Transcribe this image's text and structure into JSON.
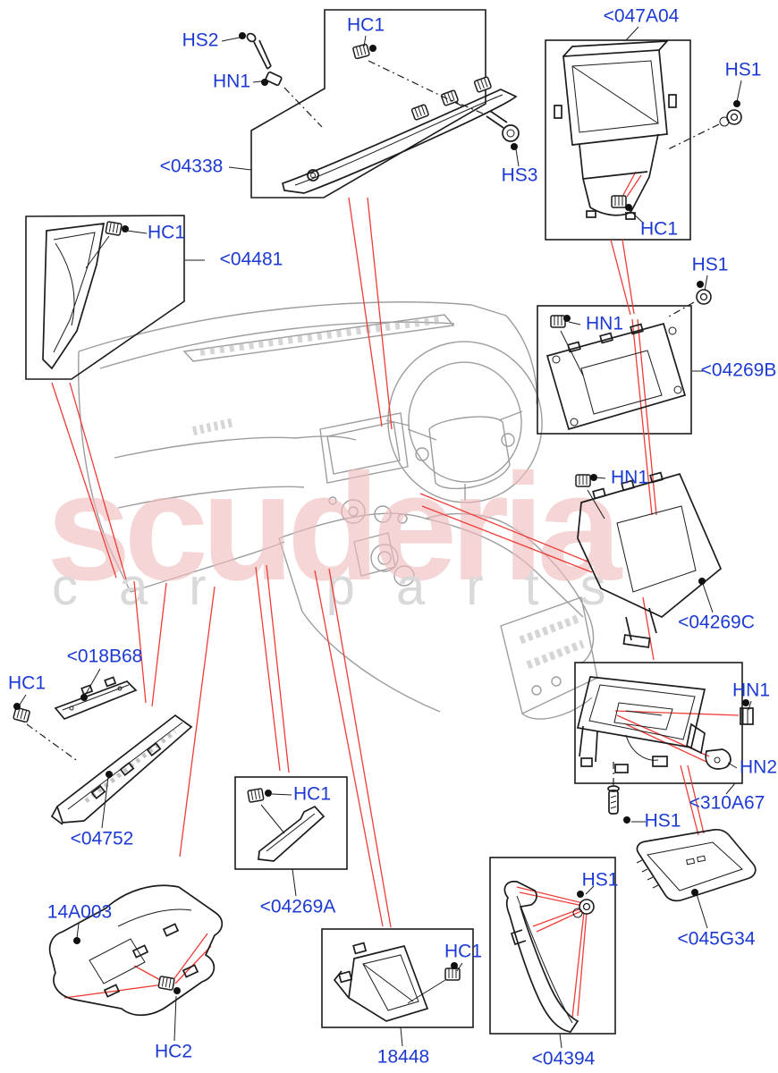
{
  "diagram": {
    "watermark": {
      "primary": "scuderia",
      "secondary": "car parts"
    },
    "colors": {
      "label_blue": "#1c3ad3",
      "leader_red": "#ee3c36",
      "part_line_black": "#1c1c1c",
      "illustration_gray": "#9d9d9d",
      "watermark_pink": "#f0bcbc",
      "watermark_gray": "#d9d9d9"
    },
    "labels": [
      {
        "ref": "hs2",
        "text": "HS2"
      },
      {
        "ref": "hn1-top",
        "text": "HN1"
      },
      {
        "ref": "hc1-top",
        "text": "HC1"
      },
      {
        "ref": "part-04338",
        "text": "<04338"
      },
      {
        "ref": "hs3",
        "text": "HS3"
      },
      {
        "ref": "part-047A04",
        "text": "<047A04"
      },
      {
        "ref": "hs1-top-right",
        "text": "HS1"
      },
      {
        "ref": "hc1-047A04",
        "text": "HC1"
      },
      {
        "ref": "hc1-04481",
        "text": "HC1"
      },
      {
        "ref": "part-04481",
        "text": "<04481"
      },
      {
        "ref": "hs1-04269B",
        "text": "HS1"
      },
      {
        "ref": "hn1-04269B",
        "text": "HN1"
      },
      {
        "ref": "part-04269B",
        "text": "<04269B"
      },
      {
        "ref": "hn1-04269C",
        "text": "HN1"
      },
      {
        "ref": "part-04269C",
        "text": "<04269C"
      },
      {
        "ref": "part-018B68",
        "text": "<018B68"
      },
      {
        "ref": "hc1-left",
        "text": "HC1"
      },
      {
        "ref": "part-04752",
        "text": "<04752"
      },
      {
        "ref": "part-14A003",
        "text": "14A003"
      },
      {
        "ref": "hc2",
        "text": "HC2"
      },
      {
        "ref": "hc1-04269A",
        "text": "HC1"
      },
      {
        "ref": "part-04269A",
        "text": "<04269A"
      },
      {
        "ref": "hc1-18448",
        "text": "HC1"
      },
      {
        "ref": "part-18448",
        "text": "18448"
      },
      {
        "ref": "hs1-04394",
        "text": "HS1"
      },
      {
        "ref": "part-04394",
        "text": "<04394"
      },
      {
        "ref": "hn1-310A67",
        "text": "HN1"
      },
      {
        "ref": "hn2-310A67",
        "text": "HN2"
      },
      {
        "ref": "hs1-310A67",
        "text": "HS1"
      },
      {
        "ref": "part-310A67",
        "text": "<310A67"
      },
      {
        "ref": "part-045G34",
        "text": "<045G34"
      }
    ]
  }
}
